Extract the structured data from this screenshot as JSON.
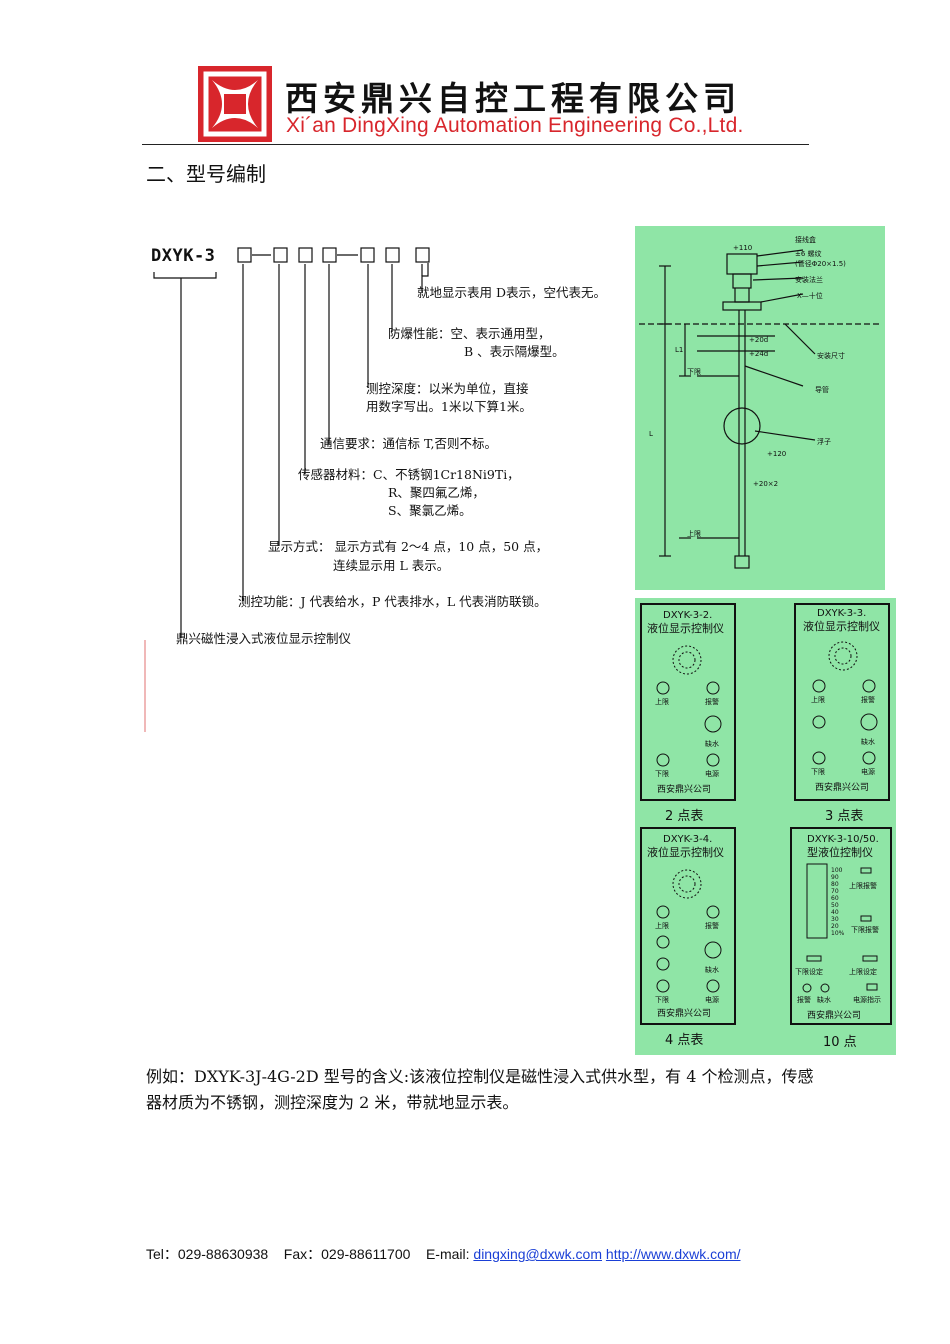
{
  "header": {
    "company_cn": "西安鼎兴自控工程有限公司",
    "company_en": "Xi´an DingXing Automation Engineering Co.,Ltd.",
    "logo_color": "#d8262c"
  },
  "section_title": "二、型号编制",
  "model_code": {
    "prefix": "DXYK-3",
    "labels": {
      "display_onsite": "就地显示表用 D表示，空代表无。",
      "explosion_proof_1": "防爆性能：空、表示通用型，",
      "explosion_proof_2": "B 、表示隔爆型。",
      "depth_1": "测控深度：以米为单位，直接",
      "depth_2": "用数字写出。1米以下算1米。",
      "communication": "通信要求：通信标 T,否则不标。",
      "material_1": "传感器材料：C、不锈钢1Cr18Ni9Ti，",
      "material_2": "R、聚四氟乙烯，",
      "material_3": "S、聚氯乙烯。",
      "display_mode_1": "显示方式：  显示方式有 2～4 点，10 点，50 点，",
      "display_mode_2": "连续显示用 L 表示。",
      "function": "测控功能：J 代表给水，P 代表排水，L 代表消防联锁。",
      "product": "鼎兴磁性浸入式液位显示控制仪"
    }
  },
  "sensor_drawing": {
    "labels": [
      "接线盒",
      "+110",
      "盘柱",
      "±6 螺纹",
      "(管径Φ20×1.5)",
      "安装法兰",
      "X—十位",
      "+20d",
      "+24d",
      "安装尺寸",
      "下限",
      "上限",
      "浮子",
      "+120",
      "+20×2",
      "L",
      "L1",
      "导管"
    ],
    "background": "#8fe5a6"
  },
  "displays": [
    {
      "model": "DXYK-3-2.",
      "title": "液位显示控制仪",
      "labels": [
        "上限",
        "报警",
        "缺水",
        "下限",
        "电源"
      ],
      "company": "西安鼎兴公司",
      "caption": "2 点表"
    },
    {
      "model": "DXYK-3-3.",
      "title": "液位显示控制仪",
      "labels": [
        "上限",
        "报警",
        "缺水",
        "下限",
        "电源"
      ],
      "company": "西安鼎兴公司",
      "caption": "3 点表"
    },
    {
      "model": "DXYK-3-4.",
      "title": "液位显示控制仪",
      "labels": [
        "上限",
        "报警",
        "缺水",
        "下限",
        "电源"
      ],
      "company": "西安鼎兴公司",
      "caption": "4 点表"
    },
    {
      "model": "DXYK-3-10/50.",
      "title": "型液位控制仪",
      "labels": [
        "上限报警",
        "下限报警",
        "下限设定",
        "上限设定",
        "报警",
        "缺水",
        "电源指示"
      ],
      "scale": [
        "100",
        "90",
        "80",
        "70",
        "60",
        "50",
        "40",
        "30",
        "20",
        "10%"
      ],
      "company": "西安鼎兴公司",
      "caption": "10 点"
    }
  ],
  "example_text": "例如：DXYK-3J-4G-2D 型号的含义:该液位控制仪是磁性浸入式供水型，有 4 个检测点，传感器材质为不锈钢，测控深度为 2 米，带就地显示表。",
  "footer": {
    "tel": "Tel：029-88630938",
    "fax": "Fax：029-88611700",
    "email_label": "E-mail:",
    "email": "dingxing@dxwk.com",
    "url": "http://www.dxwk.com/"
  }
}
